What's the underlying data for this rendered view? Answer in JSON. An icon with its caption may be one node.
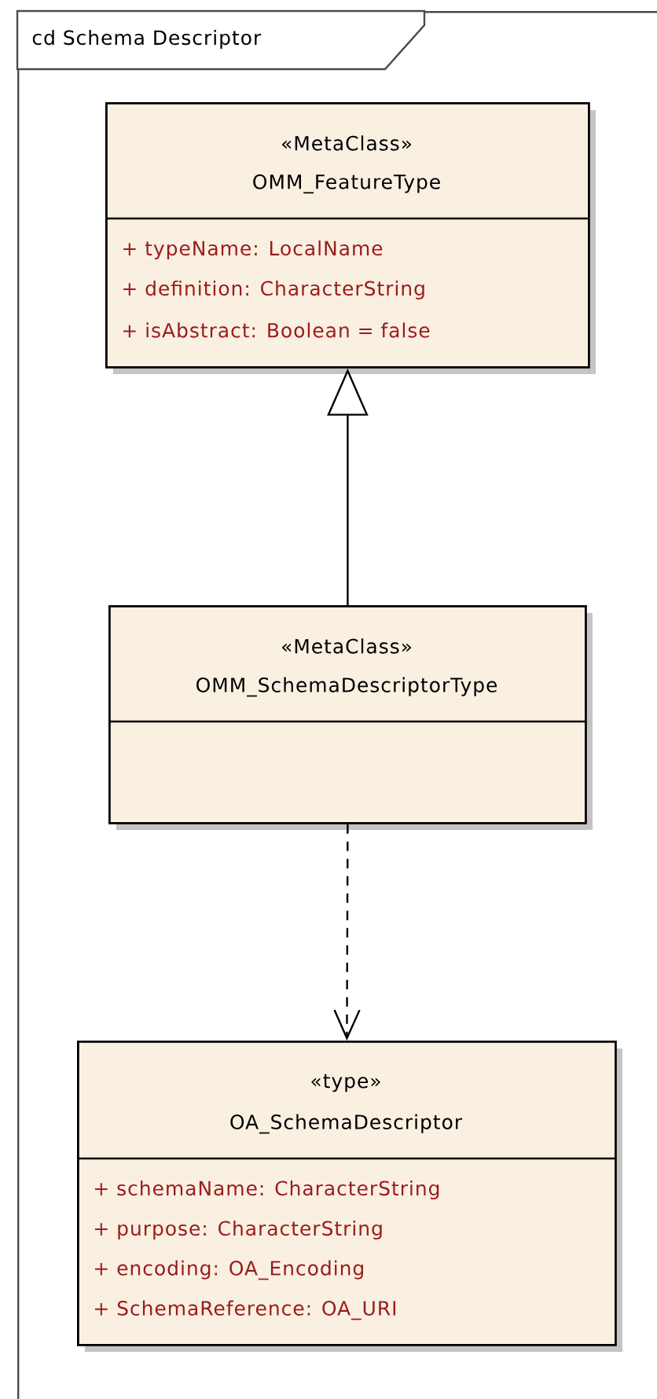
{
  "diagram": {
    "nodes": [
      {
        "text": [
          "cd Schema Descriptor"
        ]
      },
      {
        "text": [
          "«MetaClass»",
          "OMM_FeatureType",
          "+ typeName: LocalName",
          "+ definition: CharacterString",
          "+ isAbstract: Boolean = false"
        ],
        "in": 0
      },
      {
        "text": [
          "«MetaClass»",
          "OMM_SchemaDescriptorType"
        ],
        "in": 0
      },
      {
        "text": [
          "«type»",
          "OA_SchemaDescriptor",
          "+ schemaName: CharacterString",
          "+ purpose: CharacterString",
          "+ encoding: OA_Encoding",
          "+ SchemaReference: OA_URI"
        ],
        "in": 0
      }
    ],
    "edges": [
      {
        "from": 2,
        "to": 1,
        "arrow": "to"
      },
      {
        "from": 2,
        "to": 3,
        "arrow": "to",
        "style": "dashed"
      }
    ]
  }
}
